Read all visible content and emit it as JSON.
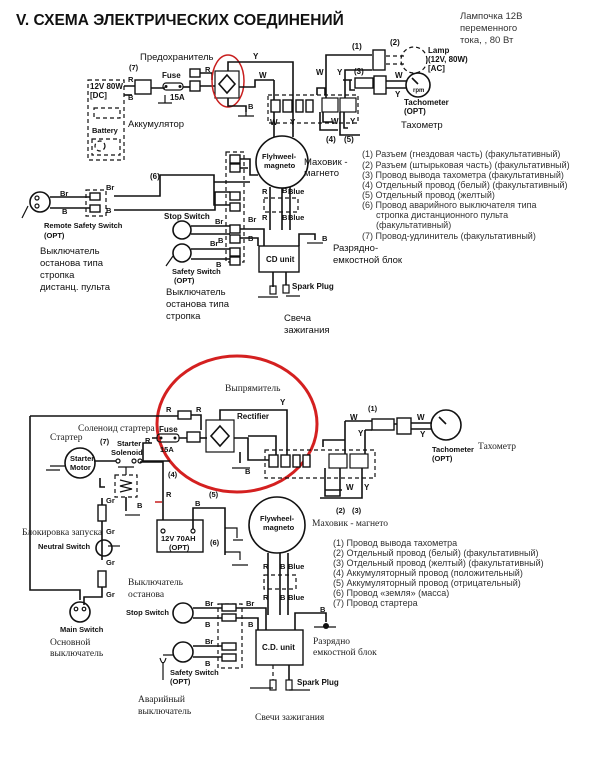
{
  "title": "V. СХЕМА ЭЛЕКТРИЧЕСКИХ СОЕДИНЕНИЙ",
  "top": {
    "lamp_note": [
      "Лампочка 12В",
      "переменного",
      "тока, , 80 Вт"
    ],
    "fuse_ru": "Предохранитель",
    "battery": {
      "rating1": "12V 80W",
      "rating2": "[DC]",
      "label": "Battery",
      "label_ru": "Аккумулятор"
    },
    "fuse": {
      "label": "Fuse",
      "rating": "15A"
    },
    "lamp": {
      "label": "Lamp",
      "rating": "(12V, 80W)",
      "type": "[AC]"
    },
    "tacho": {
      "label": "Tachometer",
      "opt": "(OPT)",
      "label_ru": "Тахометр",
      "dial": "rpm"
    },
    "flywheel": {
      "line1": "Flyhweel-",
      "line2": "magneto",
      "label_ru": [
        "Маховик -",
        "магнето"
      ]
    },
    "cd_unit": {
      "label": "CD unit",
      "label_ru": [
        "Разрядно-",
        "емкостной блок"
      ]
    },
    "spark_plug": {
      "label": "Spark Plug",
      "label_ru": [
        "Свеча",
        "зажигания"
      ]
    },
    "remote_switch": {
      "label": "Remote Safety Switch",
      "opt": "(OPT)",
      "label_ru": [
        "Выключатель",
        "останова типа",
        "стропка",
        "дистанц. пульта"
      ]
    },
    "stop_switch": {
      "label": "Stop Switch"
    },
    "safety_switch": {
      "label": "Safety Switch",
      "opt": "(OPT)",
      "label_ru": [
        "Выключатель",
        "останова типа",
        "стропка"
      ]
    },
    "wire_labels": {
      "R": "R",
      "B": "B",
      "W": "W",
      "Y": "Y",
      "Br": "Br",
      "Blue": "Blue"
    },
    "markers": [
      "(1)",
      "(2)",
      "(3)",
      "(4)",
      "(5)",
      "(6)",
      "(7)"
    ],
    "legend": [
      "(1) Разъем (гнездовая часть) (факультативный)",
      "(2) Разъем (штырьковая часть) (факультативный)",
      "(3) Провод вывода тахометра (факультативный)",
      "(4) Отдельный провод (белый) (факультативный)",
      "(5) Отдельный провод  (желтый)",
      "(6) Провод  аварийного выключателя типа",
      "стропка дистанционного пульта",
      "(факультативный)",
      "(7) Провод-удлинитель (факультативный)"
    ]
  },
  "bottom": {
    "rectifier_ru": "Выпрямитель",
    "rectifier": "Rectifier",
    "solenoid_ru": "Соленоид стартера",
    "starter_ru": "Стартер",
    "starter_motor": [
      "Starter",
      "Motor"
    ],
    "starter_solenoid": [
      "Starter",
      "Solenoid"
    ],
    "fuse": {
      "label": "Fuse",
      "rating": "15A"
    },
    "battery": {
      "rating": "12V 70AH",
      "opt": "(OPT)"
    },
    "tacho": {
      "label": "Tachometer",
      "opt": "(OPT)",
      "label_ru": "Тахометр"
    },
    "flywheel": {
      "line1": "Flywheel-",
      "line2": "magneto",
      "label_ru": "Маховик - магнето"
    },
    "neutral_switch": {
      "label": "Neutral Switch",
      "label_ru": "Блокировка запуска"
    },
    "main_switch": {
      "label": "Main Switch",
      "label_ru": [
        "Основной",
        "выключатель"
      ]
    },
    "stop_switch": {
      "label": "Stop Switch",
      "label_ru": [
        "Выключатель",
        "останова"
      ]
    },
    "safety_switch": {
      "label": "Safety Switch",
      "opt": "(OPT)",
      "label_ru": [
        "Аварийный",
        "выключатель"
      ]
    },
    "cd_unit": {
      "label": "C.D. unit",
      "label_ru": [
        "Разрядно",
        "емкостной блок"
      ]
    },
    "spark_plug": {
      "label": "Spark Plug",
      "label_ru": "Свечи зажигания"
    },
    "wire_labels": {
      "R": "R",
      "B": "B",
      "W": "W",
      "Y": "Y",
      "Br": "Br",
      "Gr": "Gr",
      "Blue": "Blue"
    },
    "legend": [
      "(1) Провод вывода тахометра",
      "(2) Отдельный провод (белый) (факультативный)",
      "(3) Отдельный провод (желтый) (факультативный)",
      "(4) Аккумуляторный провод (положительный)",
      "(5) Аккумуляторный провод (отрицательный)",
      "(6) Провод «земля» (масса)",
      "(7) Провод стартера"
    ]
  },
  "colors": {
    "highlight": "#d42020",
    "ink": "#111111"
  }
}
